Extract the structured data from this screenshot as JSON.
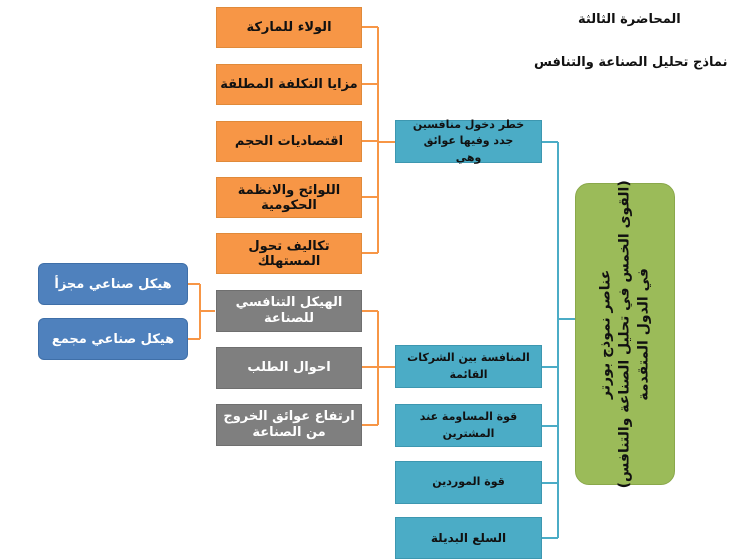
{
  "header": {
    "lecture": "المحاضرة الثالثة",
    "subtitle": "نماذج تحليل الصناعة والتنافس"
  },
  "central": {
    "line1": "عناصر نموذج بورتر",
    "line2": "(القوى الخمس في تحليل الصناعة والتنافس)",
    "line3": "في الدول المتقدمة"
  },
  "forces": [
    "خطر دخول منافسين جدد وفيها عوائق وهي",
    "المنافسة بين الشركات القائمة",
    "قوة المساومة عند المشترين",
    "قوة الموردين",
    "السلع البديلة"
  ],
  "entry_barriers": [
    "الولاء للماركة",
    "مزايا التكلفة المطلقة",
    "اقتصاديات الحجم",
    "اللوائح والانظمة الحكومية",
    "تكاليف تحول المستهلك"
  ],
  "rivalry_factors": [
    "الهيكل التنافسي للصناعة",
    "احوال الطلب",
    "ارتفاع عوائق الخروج من الصناعة"
  ],
  "structure_types": [
    "هيكل صناعي مجزأ",
    "هيكل صناعي مجمع"
  ],
  "colors": {
    "orange": "#f79646",
    "teal": "#4bacc6",
    "gray": "#7f7f7f",
    "blue": "#4f81bd",
    "green": "#9bbb59"
  }
}
